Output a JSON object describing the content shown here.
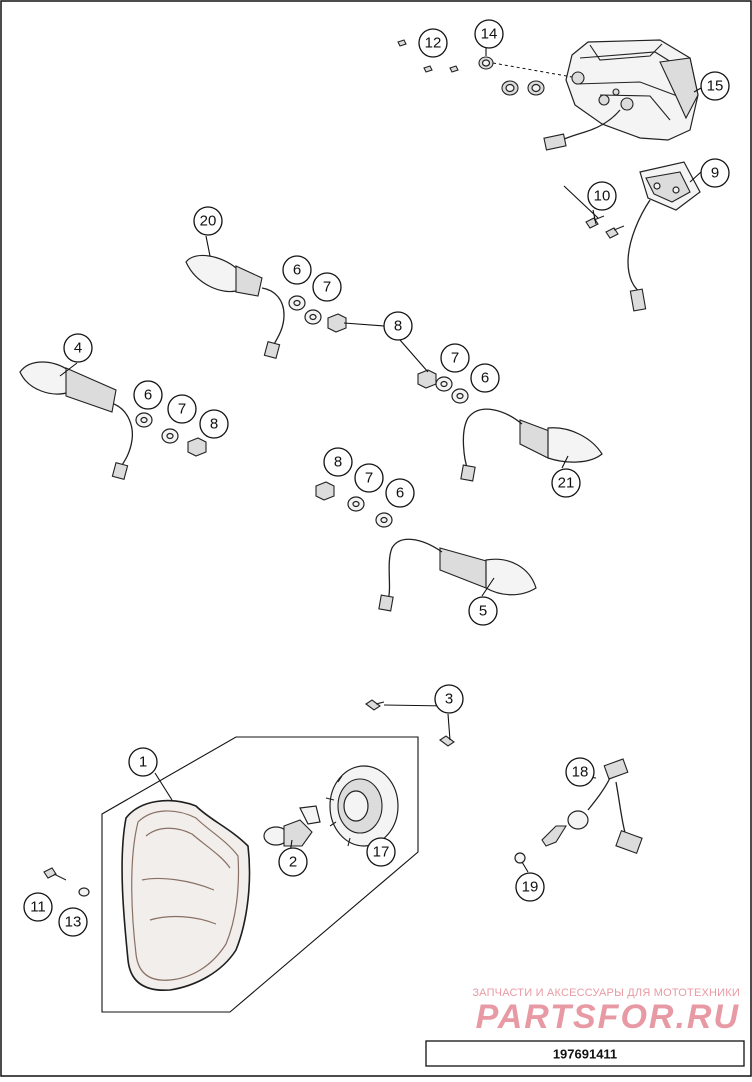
{
  "diagram": {
    "drawing_number": "197691411",
    "watermark": {
      "tagline": "ЗАПЧАСТИ И АКСЕССУАРЫ ДЛЯ МОТОТЕХНИКИ",
      "brand": "PARTSFOR.RU",
      "color": "#e36b7b"
    },
    "callouts": {
      "c1": "1",
      "c2": "2",
      "c3": "3",
      "c4": "4",
      "c5": "5",
      "c6a": "6",
      "c6b": "6",
      "c6c": "6",
      "c6d": "6",
      "c7a": "7",
      "c7b": "7",
      "c7c": "7",
      "c7d": "7",
      "c8a": "8",
      "c8b": "8",
      "c8c": "8",
      "c9": "9",
      "c10": "10",
      "c11": "11",
      "c12": "12",
      "c13": "13",
      "c14": "14",
      "c15": "15",
      "c17": "17",
      "c18": "18",
      "c19": "19",
      "c20": "20",
      "c21": "21"
    }
  }
}
